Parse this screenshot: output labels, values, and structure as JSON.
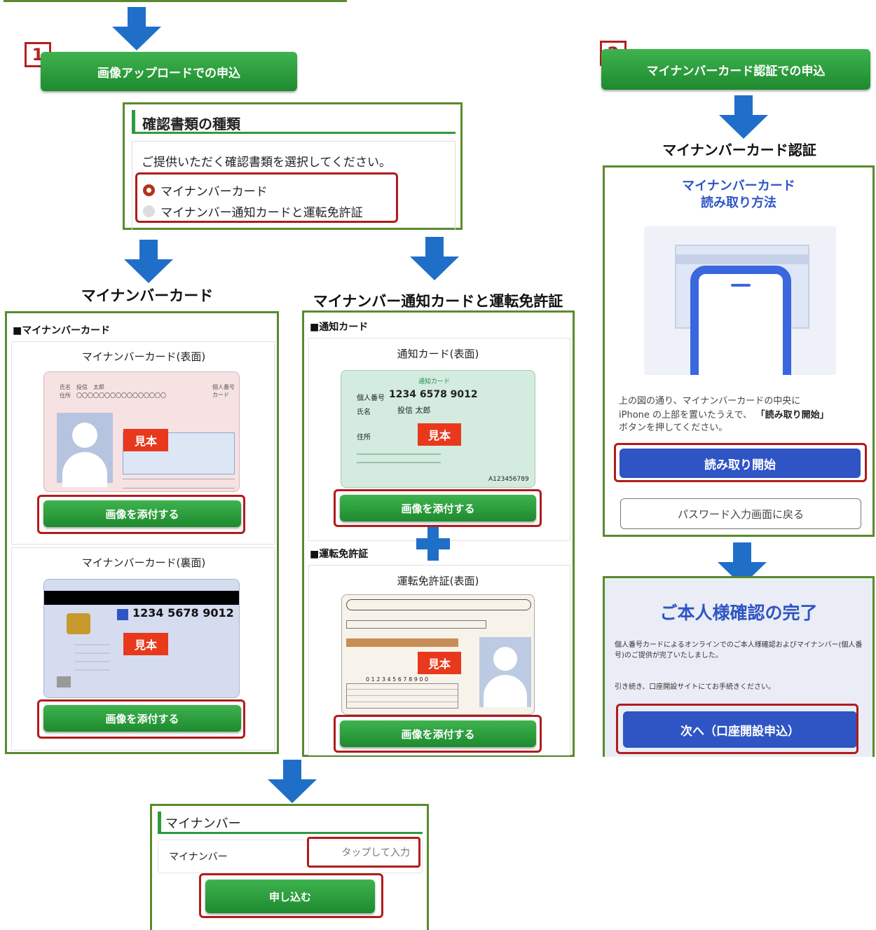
{
  "flow1": {
    "number": "1",
    "button": "画像アップロードでの申込",
    "doc_type": {
      "title": "確認書類の種類",
      "instruction": "ご提供いただく確認書類を選択してください。",
      "options": [
        "マイナンバーカード",
        "マイナンバー通知カードと運転免許証"
      ]
    },
    "left_caption": "マイナンバーカード",
    "right_caption": "マイナンバー通知カードと運転免許証",
    "mynumber_section": {
      "header": "■マイナンバーカード",
      "front_title": "マイナンバーカード(表面)",
      "back_title": "マイナンバーカード(裏面)",
      "attach_button": "画像を添付する",
      "back_number": "1234 5678 9012"
    },
    "notice_section": {
      "header": "■通知カード",
      "front_title": "通知カード(表面)",
      "card_label": "通知カード",
      "number_label": "個人番号",
      "number": "1234 6578 9012",
      "name_label": "氏名",
      "name": "投信 太郎",
      "address_label": "住所",
      "serial": "A123456789",
      "attach_button": "画像を添付する"
    },
    "license_section": {
      "header": "■運転免許証",
      "front_title": "運転免許証(表面)",
      "license_number": "0 1 2 3 4 5 6 7 8 9 0 0",
      "attach_button": "画像を添付する"
    },
    "sample_label": "見本",
    "mynumber_input": {
      "title": "マイナンバー",
      "label": "マイナンバー",
      "placeholder": "タップして入力",
      "submit": "申し込む"
    }
  },
  "flow2": {
    "number": "2",
    "button": "マイナンバーカード認証での申込",
    "caption": "マイナンバーカード認証",
    "reading": {
      "title_line1": "マイナンバーカード",
      "title_line2": "読み取り方法",
      "instruction_1": "上の図の通り、マイナンバーカードの中央に",
      "instruction_2a": "iPhone の上部を置いたうえで、",
      "instruction_2b": "「読み取り開始」",
      "instruction_3": "ボタンを押してください。",
      "start_button": "読み取り開始",
      "back_button": "パスワード入力画面に戻る"
    },
    "complete": {
      "title": "ご本人様確認の完了",
      "text1": "個人番号カードによるオンラインでのご本人様確認およびマイナンバー(個人番号)のご提供が完了いたしました。",
      "text2": "引き続き、口座開設サイトにてお手続きください。",
      "next_button": "次へ（口座開設申込）"
    }
  },
  "colors": {
    "green_button": "#1d8a2e",
    "frame_green": "#5a8a2e",
    "arrow_blue": "#1f6fc9",
    "highlight_red": "#b11c1c",
    "sample_red": "#e8391d",
    "auth_blue": "#2f55c4"
  }
}
